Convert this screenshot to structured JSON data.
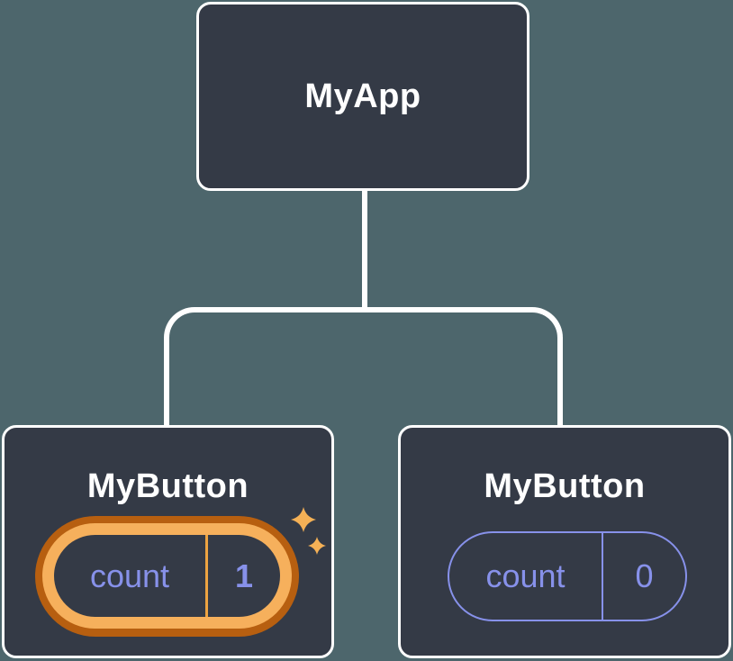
{
  "colors": {
    "background": "#4d666c",
    "node_fill": "#343a46",
    "node_border": "#ffffff",
    "connector": "#ffffff",
    "state_text": "#8791ea",
    "state_pill_border": "#8791ea",
    "highlight_ring_outer": "#b75f10",
    "highlight_ring_inner": "#f6b05c",
    "highlight_divider": "#eda341",
    "sparkle": "#f5b156"
  },
  "tree": {
    "root": {
      "label": "MyApp"
    },
    "children": [
      {
        "label": "MyButton",
        "state": {
          "key": "count",
          "value": "1"
        },
        "highlighted": true
      },
      {
        "label": "MyButton",
        "state": {
          "key": "count",
          "value": "0"
        },
        "highlighted": false
      }
    ]
  }
}
